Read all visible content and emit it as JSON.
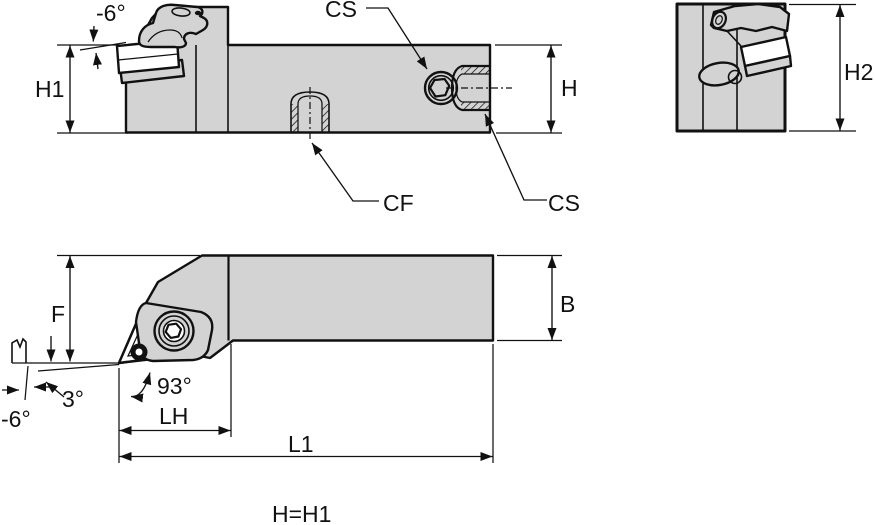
{
  "title_note": "H=H1",
  "colors": {
    "page_bg": "#ffffff",
    "body_fill": "#d3d3d3",
    "insert_fill": "#ffffff",
    "line": "#111111"
  },
  "views": {
    "side_view": {
      "name": "side profile view",
      "labels": {
        "rake_angle": "-6°",
        "shank_height": "H1",
        "clamp_screw_top": "CS",
        "height": "H",
        "coolant_inlet": "CF",
        "clamp_screw_end": "CS"
      }
    },
    "end_view": {
      "name": "front end view",
      "labels": {
        "head_height": "H2"
      }
    },
    "top_view": {
      "name": "top plan view",
      "labels": {
        "nose_drop": "F",
        "shank_width": "B",
        "lead_angle": "93°",
        "end_cutting_angle": "3°",
        "inclination_angle": "-6°",
        "head_length": "LH",
        "overall_length": "L1"
      }
    }
  },
  "footer": {
    "equivalence_note": "H=H1"
  }
}
